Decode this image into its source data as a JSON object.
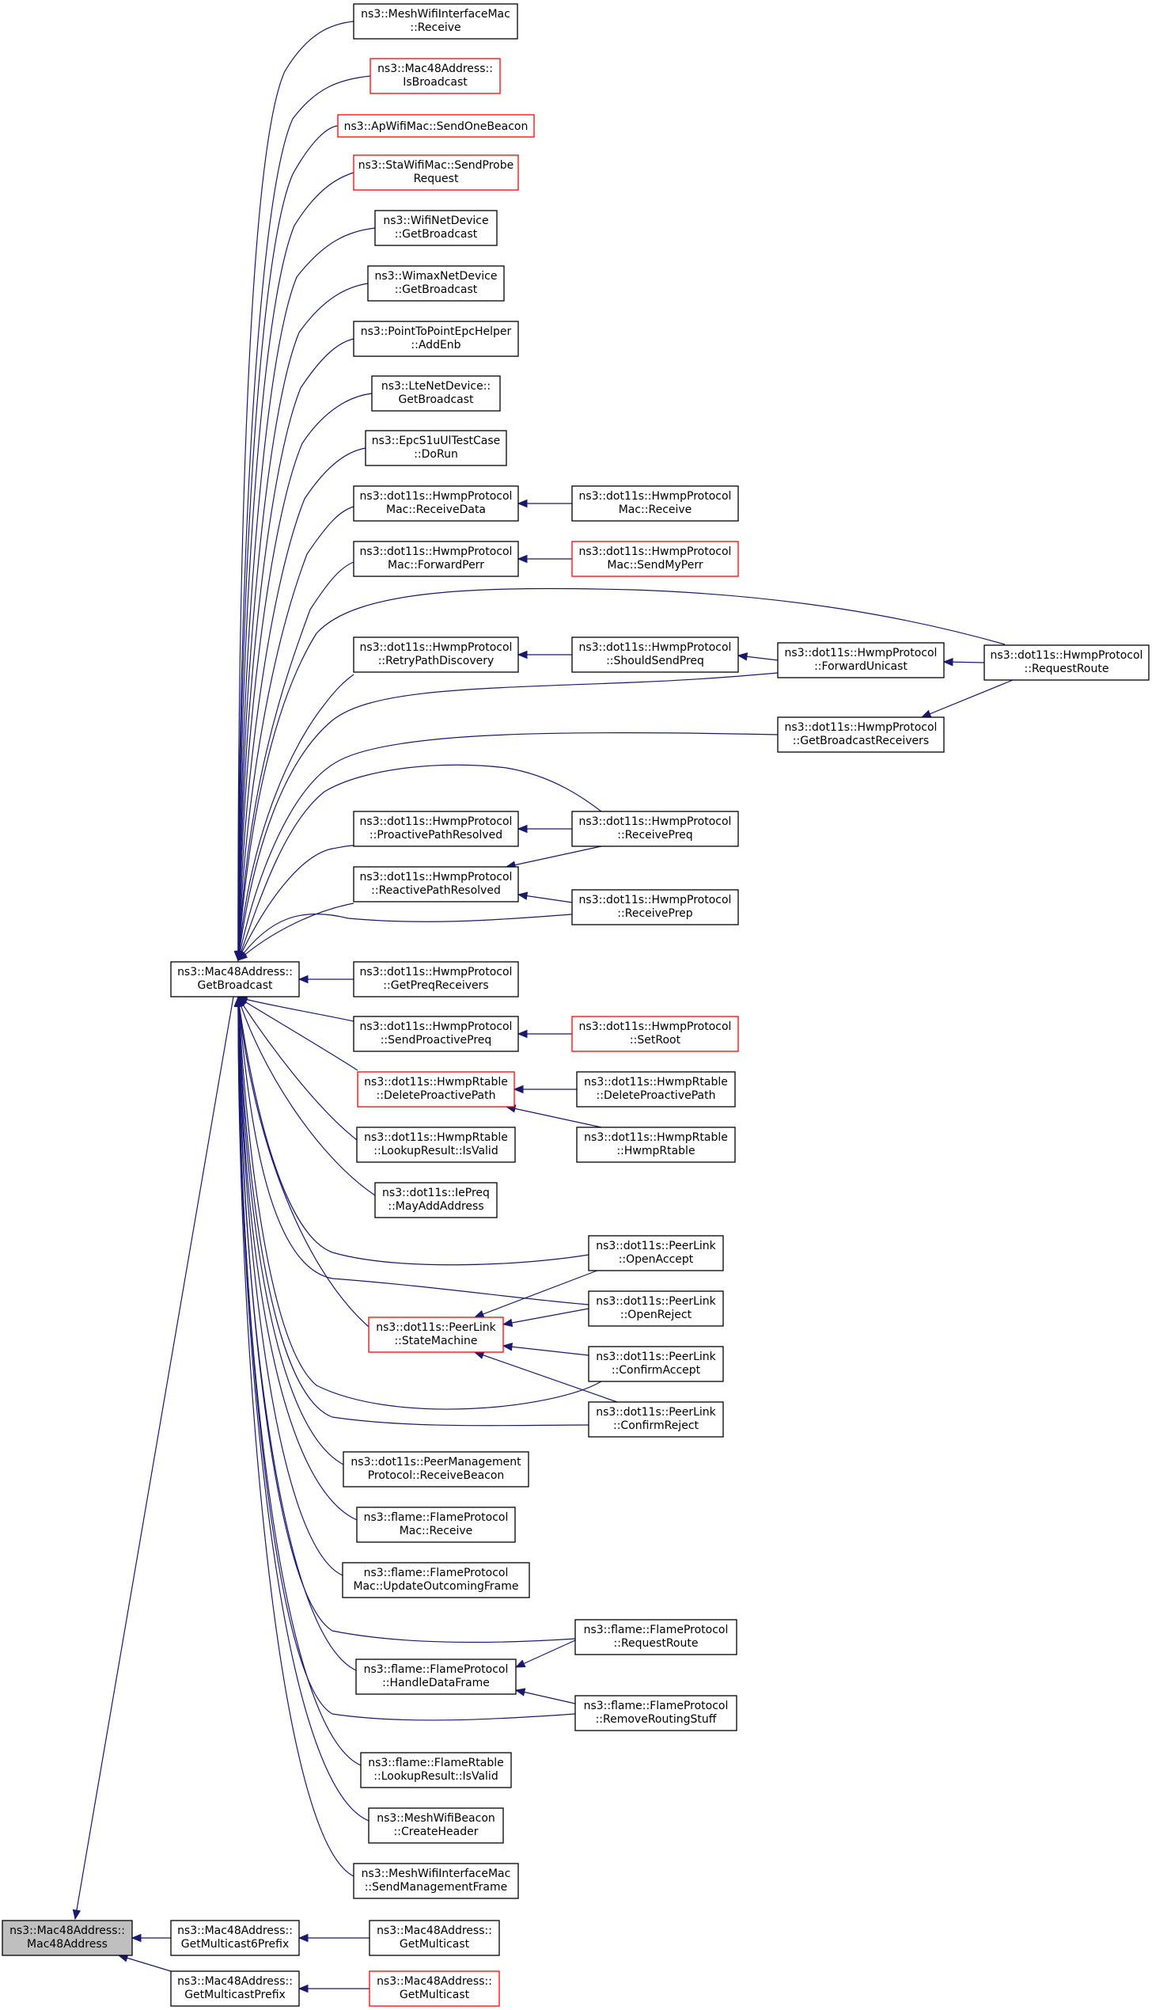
{
  "graph": {
    "nodes": {
      "n0": [
        "ns3::MeshWifiInterfaceMac",
        "::Receive"
      ],
      "n1": [
        "ns3::Mac48Address::",
        "IsBroadcast"
      ],
      "n2": [
        "ns3::ApWifiMac::SendOneBeacon"
      ],
      "n3": [
        "ns3::StaWifiMac::SendProbe",
        "Request"
      ],
      "n4": [
        "ns3::WifiNetDevice",
        "::GetBroadcast"
      ],
      "n5": [
        "ns3::WimaxNetDevice",
        "::GetBroadcast"
      ],
      "n6": [
        "ns3::PointToPointEpcHelper",
        "::AddEnb"
      ],
      "n7": [
        "ns3::LteNetDevice::",
        "GetBroadcast"
      ],
      "n8": [
        "ns3::EpcS1uUlTestCase",
        "::DoRun"
      ],
      "n9": [
        "ns3::dot11s::HwmpProtocol",
        "Mac::ReceiveData"
      ],
      "n10": [
        "ns3::dot11s::HwmpProtocol",
        "Mac::Receive"
      ],
      "n11": [
        "ns3::dot11s::HwmpProtocol",
        "Mac::ForwardPerr"
      ],
      "n12": [
        "ns3::dot11s::HwmpProtocol",
        "Mac::SendMyPerr"
      ],
      "n13": [
        "ns3::dot11s::HwmpProtocol",
        "::RetryPathDiscovery"
      ],
      "n14": [
        "ns3::dot11s::HwmpProtocol",
        "::ShouldSendPreq"
      ],
      "n15": [
        "ns3::dot11s::HwmpProtocol",
        "::ForwardUnicast"
      ],
      "n16": [
        "ns3::dot11s::HwmpProtocol",
        "::RequestRoute"
      ],
      "n17": [
        "ns3::dot11s::HwmpProtocol",
        "::GetBroadcastReceivers"
      ],
      "n18": [
        "ns3::dot11s::HwmpProtocol",
        "::ProactivePathResolved"
      ],
      "n19": [
        "ns3::dot11s::HwmpProtocol",
        "::ReceivePreq"
      ],
      "n20": [
        "ns3::dot11s::HwmpProtocol",
        "::ReactivePathResolved"
      ],
      "n21": [
        "ns3::dot11s::HwmpProtocol",
        "::ReceivePrep"
      ],
      "n22": [
        "ns3::Mac48Address::",
        "GetBroadcast"
      ],
      "n23": [
        "ns3::dot11s::HwmpProtocol",
        "::GetPreqReceivers"
      ],
      "n24": [
        "ns3::dot11s::HwmpProtocol",
        "::SendProactivePreq"
      ],
      "n25": [
        "ns3::dot11s::HwmpProtocol",
        "::SetRoot"
      ],
      "n26": [
        "ns3::dot11s::HwmpRtable",
        "::DeleteProactivePath"
      ],
      "n27": [
        "ns3::dot11s::HwmpRtable",
        "::DeleteProactivePath"
      ],
      "n28": [
        "ns3::dot11s::HwmpRtable",
        "::LookupResult::IsValid"
      ],
      "n29": [
        "ns3::dot11s::HwmpRtable",
        "::HwmpRtable"
      ],
      "n30": [
        "ns3::dot11s::IePreq",
        "::MayAddAddress"
      ],
      "n31": [
        "ns3::dot11s::PeerLink",
        "::OpenAccept"
      ],
      "n32": [
        "ns3::dot11s::PeerLink",
        "::OpenReject"
      ],
      "n33": [
        "ns3::dot11s::PeerLink",
        "::StateMachine"
      ],
      "n34": [
        "ns3::dot11s::PeerLink",
        "::ConfirmAccept"
      ],
      "n35": [
        "ns3::dot11s::PeerLink",
        "::ConfirmReject"
      ],
      "n36": [
        "ns3::dot11s::PeerManagement",
        "Protocol::ReceiveBeacon"
      ],
      "n37": [
        "ns3::flame::FlameProtocol",
        "Mac::Receive"
      ],
      "n38": [
        "ns3::flame::FlameProtocol",
        "Mac::UpdateOutcomingFrame"
      ],
      "n39": [
        "ns3::flame::FlameProtocol",
        "::RequestRoute"
      ],
      "n40": [
        "ns3::flame::FlameProtocol",
        "::HandleDataFrame"
      ],
      "n41": [
        "ns3::flame::FlameProtocol",
        "::RemoveRoutingStuff"
      ],
      "n42": [
        "ns3::flame::FlameRtable",
        "::LookupResult::IsValid"
      ],
      "n43": [
        "ns3::MeshWifiBeacon",
        "::CreateHeader"
      ],
      "n44": [
        "ns3::MeshWifiInterfaceMac",
        "::SendManagementFrame"
      ],
      "n45": [
        "ns3::Mac48Address::",
        "Mac48Address"
      ],
      "n46": [
        "ns3::Mac48Address::",
        "GetMulticast6Prefix"
      ],
      "n47": [
        "ns3::Mac48Address::",
        "GetMulticast"
      ],
      "n48": [
        "ns3::Mac48Address::",
        "GetMulticastPrefix"
      ],
      "n49": [
        "ns3::Mac48Address::",
        "GetMulticast"
      ]
    },
    "colors": {
      "edge": "#191970",
      "box_border": "#000000",
      "box_border_undocumented": "#ff0000",
      "focus_fill": "#bfbfbf",
      "background": "#ffffff"
    }
  }
}
